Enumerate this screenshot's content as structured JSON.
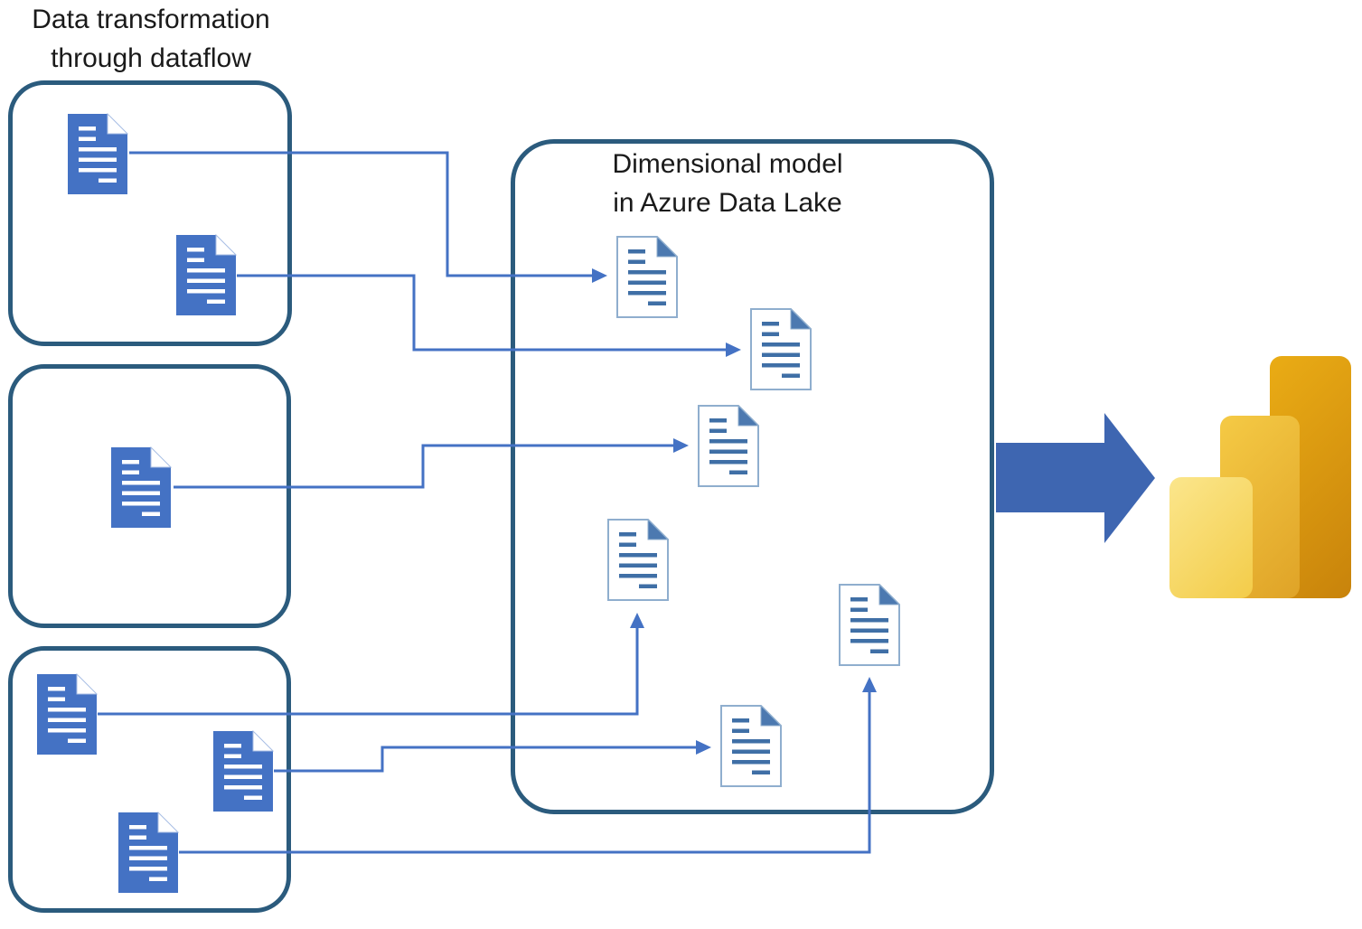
{
  "source_section": {
    "title_line1": "Data transformation",
    "title_line2": "through dataflow",
    "boxes": [
      {
        "id": "source-box-1",
        "document_count": 2
      },
      {
        "id": "source-box-2",
        "document_count": 1
      },
      {
        "id": "source-box-3",
        "document_count": 3
      }
    ]
  },
  "model_section": {
    "title_line1": "Dimensional model",
    "title_line2": "in Azure Data Lake",
    "document_count": 6
  },
  "output_section": {
    "icon": "power-bi-logo"
  },
  "connections": [
    {
      "from": "source-box-1-doc-1",
      "to": "model-doc-1"
    },
    {
      "from": "source-box-1-doc-2",
      "to": "model-doc-2"
    },
    {
      "from": "source-box-2-doc-1",
      "to": "model-doc-3"
    },
    {
      "from": "source-box-3-doc-1",
      "to": "model-doc-4"
    },
    {
      "from": "source-box-3-doc-2",
      "to": "model-doc-6"
    },
    {
      "from": "source-box-3-doc-3",
      "to": "model-doc-5"
    }
  ],
  "colors": {
    "solid_document_fill": "#4472C4",
    "outline_document_border": "#8FAECE",
    "outline_document_lines": "#3F6FA6",
    "outline_document_fold": "#4C79B0",
    "connector_line": "#4472C4",
    "container_border": "#2B5B7D",
    "block_arrow_fill": "#3E66B1",
    "text_color": "#1A1A1A",
    "powerbi_bar_light": "#F8E187",
    "powerbi_bar_mid": "#F2C845",
    "powerbi_bar_dark": "#D9980F"
  }
}
